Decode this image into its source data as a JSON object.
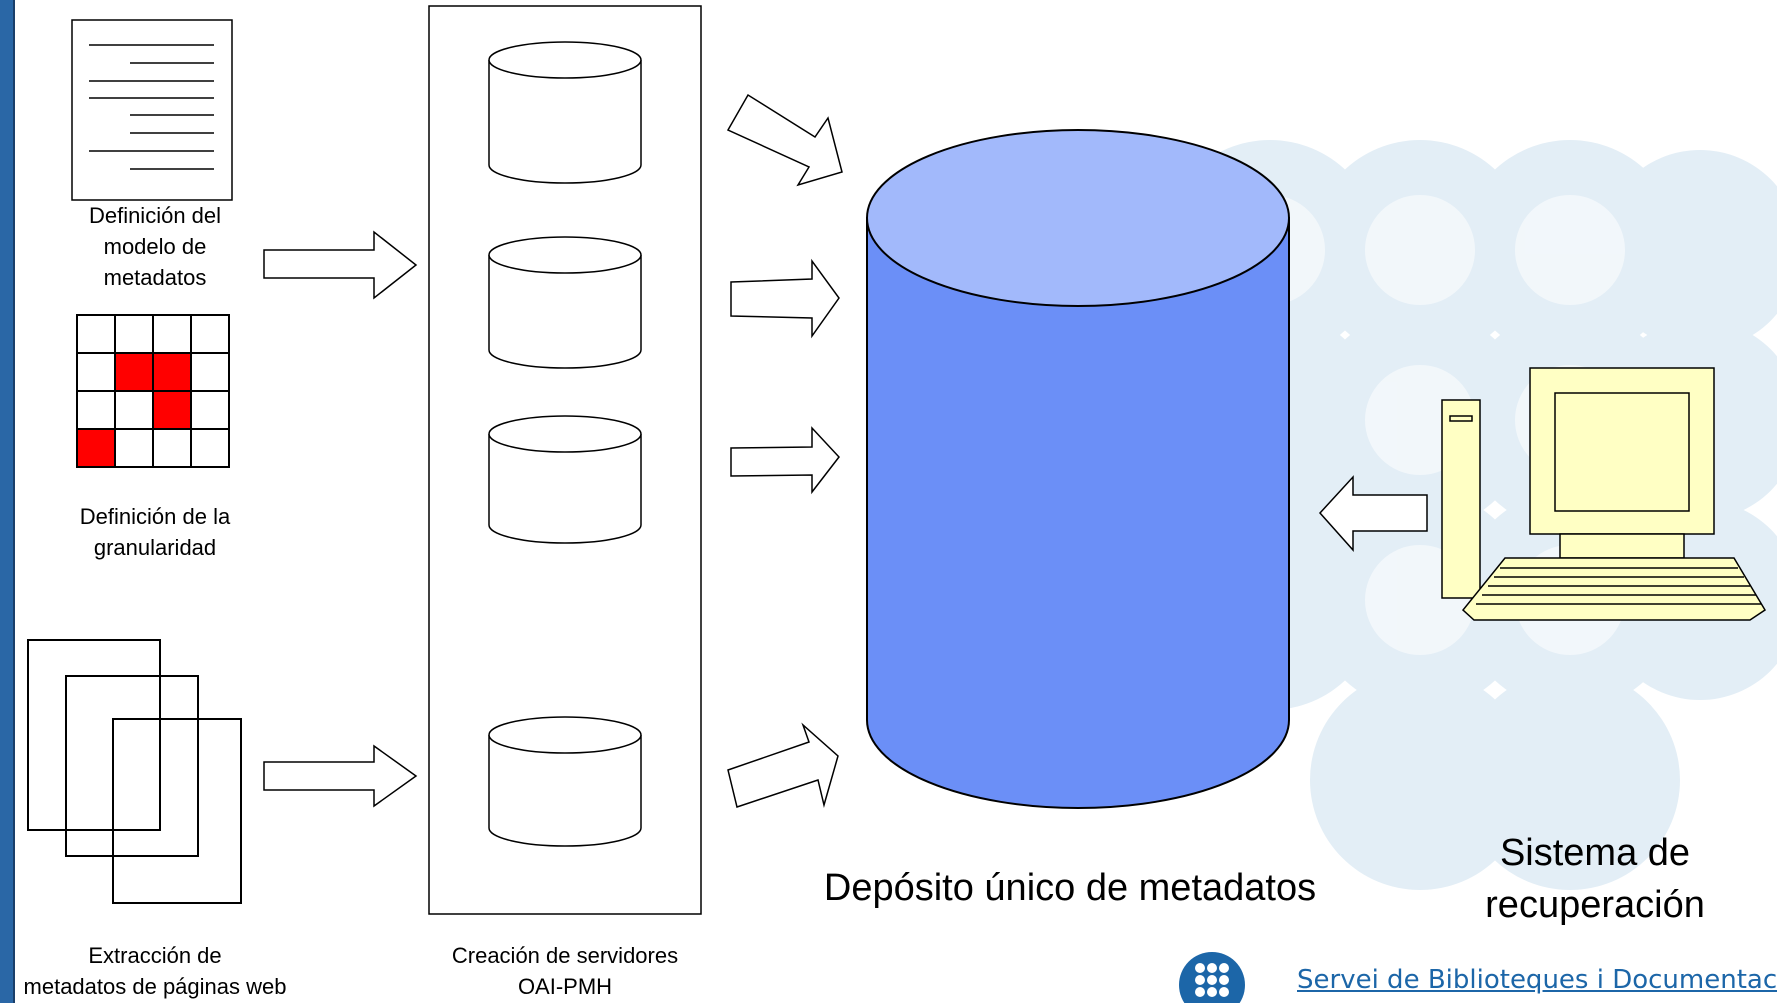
{
  "labels": {
    "metadata_model": [
      "Definición del",
      "modelo de",
      "metadatos"
    ],
    "granularity": [
      "Definición de la",
      "granularidad"
    ],
    "extraction": [
      "Extracción de",
      "metadatos de páginas web"
    ],
    "servers": [
      "Creación de servidores",
      "OAI-PMH"
    ],
    "repository": "Depósito único de metadatos",
    "retrieval": [
      "Sistema de",
      "recuperación"
    ]
  },
  "footer": {
    "text": "Servei de Biblioteques i Documentac"
  },
  "grid_filled_cells": [
    [
      1,
      1
    ],
    [
      1,
      2
    ],
    [
      2,
      2
    ],
    [
      3,
      0
    ]
  ],
  "colors": {
    "left_bar": "#2a67a6",
    "watermark": "#dce9f3",
    "db_body": "#6b8ff7",
    "db_top": "#a2b9fb",
    "grid_fill": "#ff0000",
    "computer": "#ffffc4",
    "footer_link": "#1c66a8"
  },
  "icons": [
    "document-icon",
    "grid-icon",
    "pages-icon",
    "server-db-icon",
    "repository-db-icon",
    "computer-icon",
    "arrow-icon",
    "library-logo-icon"
  ]
}
